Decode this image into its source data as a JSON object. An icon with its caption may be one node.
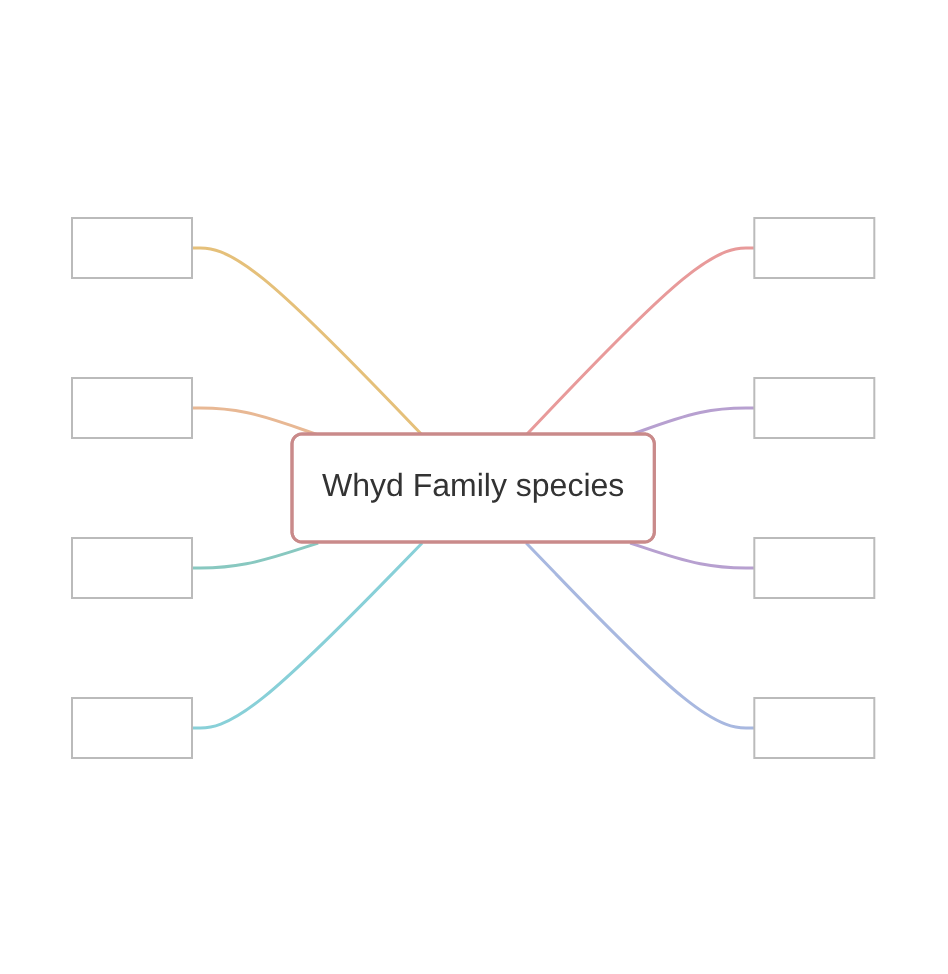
{
  "diagram": {
    "nodes": [
      {
        "text": [
          "Whyd Family species"
        ]
      },
      {
        "text": [],
        "shape": "box"
      },
      {
        "text": [],
        "shape": "box"
      },
      {
        "text": [],
        "shape": "box"
      },
      {
        "text": [],
        "shape": "box"
      },
      {
        "text": [],
        "shape": "box"
      },
      {
        "text": [],
        "shape": "box"
      },
      {
        "text": [],
        "shape": "box"
      },
      {
        "text": [],
        "shape": "box"
      }
    ],
    "edges": [
      {
        "from": 1,
        "to": 0,
        "arrow": "none",
        "color": "#e5c07a"
      },
      {
        "from": 0,
        "to": 2,
        "arrow": "none",
        "color": "#e89a9a"
      },
      {
        "from": 3,
        "to": 0,
        "arrow": "none",
        "color": "#e8b894"
      },
      {
        "from": 4,
        "to": 0,
        "arrow": "none",
        "color": "#88c8c0"
      },
      {
        "from": 0,
        "to": 5,
        "arrow": "none",
        "color": "#b7a0d0"
      },
      {
        "from": 6,
        "to": 0,
        "arrow": "none",
        "color": "#88d0d8"
      },
      {
        "from": 0,
        "to": 7,
        "arrow": "none",
        "color": "#b7a0d0"
      },
      {
        "from": 0,
        "to": 8,
        "arrow": "none",
        "color": "#a8b8e0"
      }
    ]
  }
}
